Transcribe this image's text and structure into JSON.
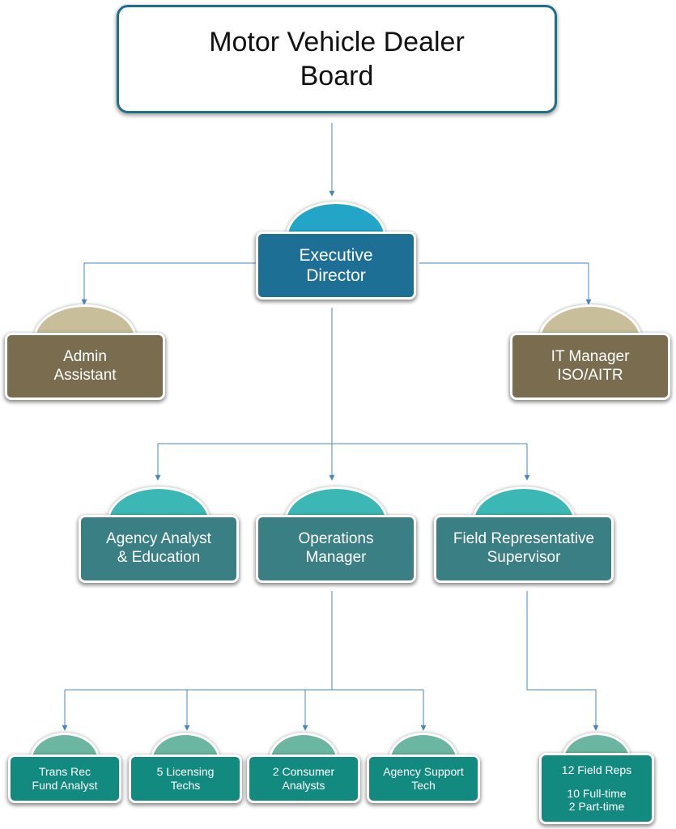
{
  "board": {
    "line1": "Motor Vehicle Dealer",
    "line2": "Board"
  },
  "executive_director": {
    "line1": "Executive",
    "line2": "Director"
  },
  "admin_assistant": {
    "line1": "Admin",
    "line2": "Assistant"
  },
  "it_manager": {
    "line1": "IT Manager",
    "line2": "ISO/AITR"
  },
  "agency_analyst": {
    "line1": "Agency Analyst",
    "line2": "& Education"
  },
  "operations_manager": {
    "line1": "Operations",
    "line2": "Manager"
  },
  "field_rep_supervisor": {
    "line1": "Field Representative",
    "line2": "Supervisor"
  },
  "trans_rec": {
    "line1": "Trans Rec",
    "line2": "Fund Analyst"
  },
  "licensing_techs": {
    "line1": "5 Licensing",
    "line2": "Techs"
  },
  "consumer_analysts": {
    "line1": "2 Consumer",
    "line2": "Analysts"
  },
  "agency_support": {
    "line1": "Agency Support",
    "line2": "Tech"
  },
  "field_reps": {
    "line1": "12 Field Reps",
    "line2": "10 Full-time",
    "line3": "2 Part-time"
  },
  "colors": {
    "board_border": "#1f6f8b",
    "executive": "#1e6f96",
    "executive_cap": "#22a5c7",
    "support_staff": "#7a6d4f",
    "support_cap": "#c8be9a",
    "managers": "#3a7f84",
    "managers_cap": "#3bb8b5",
    "staff": "#138a80",
    "staff_cap": "#6bb6a0",
    "connector": "#4a87b8"
  }
}
